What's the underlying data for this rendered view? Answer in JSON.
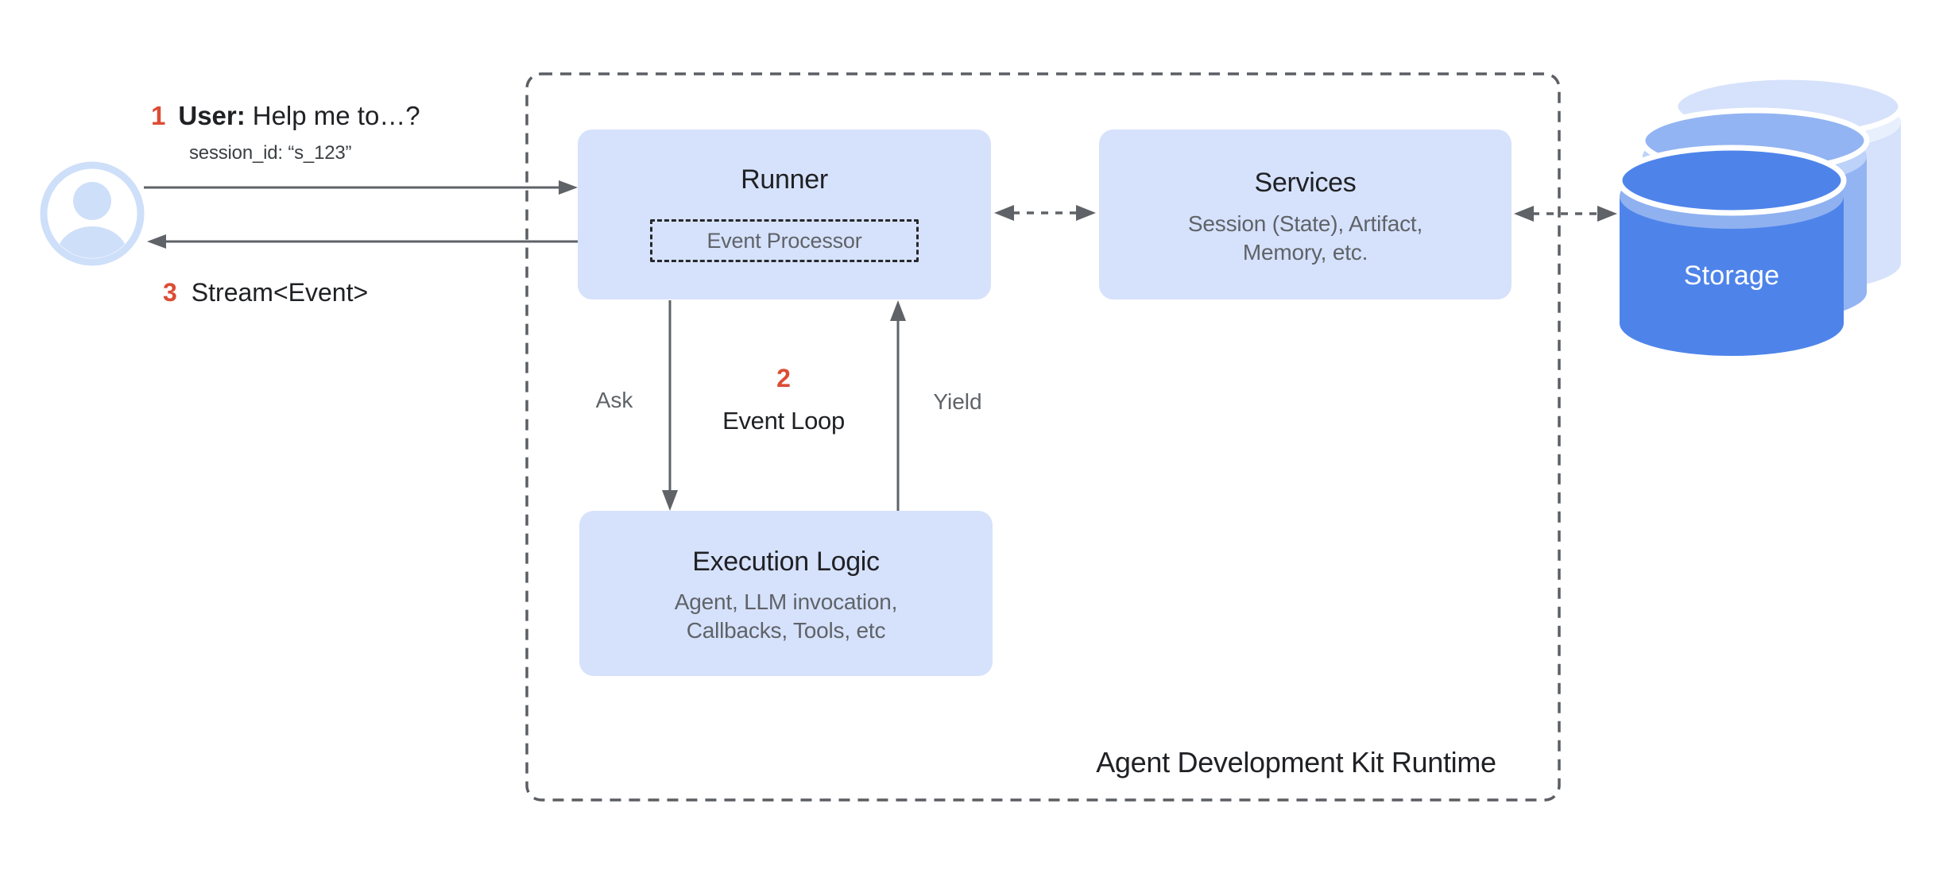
{
  "diagram_title": "Agent Development Kit Runtime",
  "colors": {
    "accent_red": "#dc4c34",
    "box_blue": "#d6e2fc",
    "icon_blue": "#cedff9",
    "cylinder_front": "#4e84ea",
    "cylinder_middle": "#93b4f2",
    "cylinder_back": "#d6e2fb",
    "line_gray": "#5f6368",
    "title_dark": "#202124",
    "subtitle_gray": "#5f6368"
  },
  "annotations": {
    "step1": {
      "number": "1",
      "label_bold": "User:",
      "label": "Help me to…?",
      "session": "session_id: “s_123”"
    },
    "step3": {
      "number": "3",
      "label": "Stream<Event>"
    }
  },
  "boxes": {
    "runner": {
      "title": "Runner",
      "event_processor": "Event Processor"
    },
    "services": {
      "title": "Services",
      "subtitle1": "Session (State), Artifact,",
      "subtitle2": "Memory, etc."
    },
    "execution_logic": {
      "title": "Execution Logic",
      "subtitle1": "Agent, LLM invocation,",
      "subtitle2": "Callbacks, Tools, etc"
    }
  },
  "event_loop": {
    "number": "2",
    "label": "Event Loop",
    "ask": "Ask",
    "yield": "Yield"
  },
  "storage": {
    "label": "Storage"
  },
  "runtime": {
    "label": "Agent Development Kit Runtime"
  }
}
